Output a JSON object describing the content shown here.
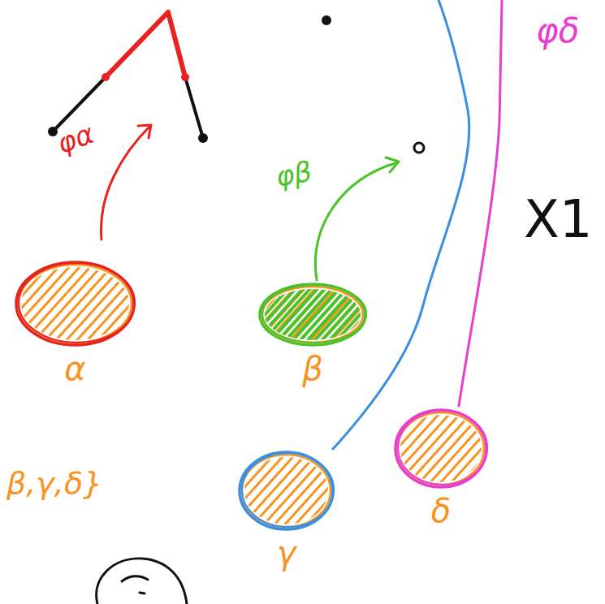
{
  "diagram": {
    "nodes": [
      {
        "text": [
          "α"
        ]
      },
      {
        "text": [
          "β"
        ]
      },
      {
        "text": [
          "γ"
        ]
      },
      {
        "text": [
          "δ"
        ]
      }
    ],
    "labels": [
      "φα",
      "φβ",
      "φδ",
      "X1",
      "β,γ,δ}"
    ]
  }
}
